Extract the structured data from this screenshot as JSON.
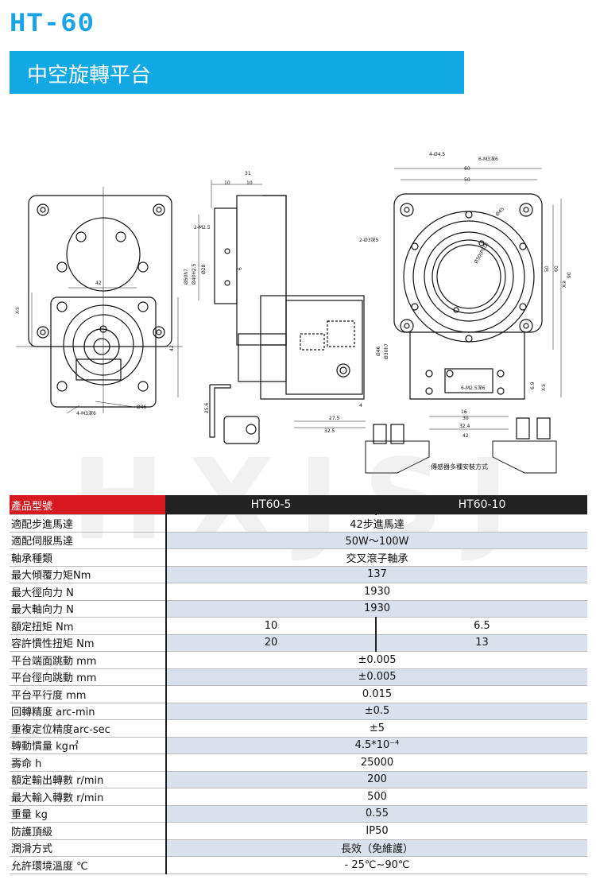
{
  "header": {
    "model": "HT-60",
    "banner": "中空旋轉平台"
  },
  "watermark": "HXJSJ",
  "drawing": {
    "left_dims": {
      "d1": "42",
      "d2": "42",
      "d3": "Ø46",
      "screws": "4-M3深6",
      "x1": "X①"
    },
    "side_dims": {
      "d31": "31",
      "d10a": "10",
      "d10b": "10",
      "m25": "2-M2.5",
      "d50": "Ø50h7",
      "d40": "Ø40H2.5",
      "d28": "Ø28",
      "d6": "6",
      "d25_6": "25.6",
      "d27_5": "27.5",
      "d32_5": "32.5",
      "d4": "4",
      "d46": "Ø46",
      "d30": "Ø30h7"
    },
    "right_dims": {
      "hole4": "4-Ø4.5",
      "m3": "6-M3深6",
      "d60": "60",
      "d50": "50",
      "pin": "2-Ø3深5",
      "d45": "Ø45",
      "d50pcd": "Ø50(PCD)",
      "v90": "90",
      "v60": "60",
      "v50": "50",
      "x2": "X②",
      "m25": "6-M2.5深6",
      "d6_9": "6.9",
      "x3": "X③",
      "d16": "16",
      "d30": "30",
      "d32_4": "32.4",
      "d42": "42"
    },
    "sensor_caption": "傳感器多種安裝方式"
  },
  "table": {
    "header": {
      "label": "產品型號",
      "col1": "HT60-5",
      "col2": "HT60-10"
    },
    "rows": [
      {
        "label": "適配步進馬達",
        "value": "42步進馬達"
      },
      {
        "label": "適配伺服馬達",
        "value": "50W～100W"
      },
      {
        "label": "軸承種類",
        "value": "交叉滾子軸承"
      },
      {
        "label": "最大傾覆力矩Nm",
        "value": "137"
      },
      {
        "label": "最大徑向力 N",
        "value": "1930"
      },
      {
        "label": "最大軸向力 N",
        "value": "1930"
      },
      {
        "label": "額定扭矩 Nm",
        "v1": "10",
        "v2": "6.5"
      },
      {
        "label": "容許慣性扭矩 Nm",
        "v1": "20",
        "v2": "13"
      },
      {
        "label": "平台端面跳動 mm",
        "value": "±0.005"
      },
      {
        "label": "平台徑向跳動 mm",
        "value": "±0.005"
      },
      {
        "label": "平台平行度 mm",
        "value": "0.015"
      },
      {
        "label": "回轉精度 arc-min",
        "value": "±0.5"
      },
      {
        "label": "重複定位精度arc-sec",
        "value": "±5"
      },
      {
        "label": "轉動慣量 kg㎡",
        "value": "4.5*10⁻⁴"
      },
      {
        "label": "壽命 h",
        "value": "25000"
      },
      {
        "label": "額定輸出轉數 r/min",
        "value": "200"
      },
      {
        "label": "最大輸入轉數 r/min",
        "value": "500"
      },
      {
        "label": "重量 kg",
        "value": "0.55"
      },
      {
        "label": "防護頂級",
        "value": "IP50"
      },
      {
        "label": "潤滑方式",
        "value": "長效（免維護）"
      },
      {
        "label": "允許環境溫度 ℃",
        "value": "- 25℃~90℃"
      }
    ]
  }
}
